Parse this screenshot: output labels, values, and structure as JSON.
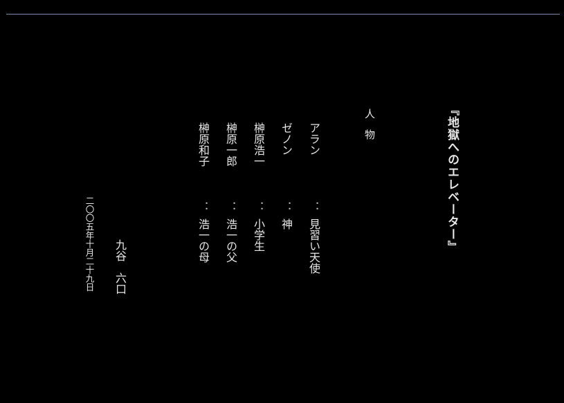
{
  "title": "『地獄へのエレベーター』",
  "cast_heading": "人　物",
  "cast": [
    {
      "name": "アラン",
      "separator": "：",
      "role": "見習い天使"
    },
    {
      "name": "ゼノン",
      "separator": "：",
      "role": "神"
    },
    {
      "name": "榊原浩一",
      "separator": "：",
      "role": "小学生"
    },
    {
      "name": "榊原一郎",
      "separator": "：",
      "role": "浩一の父"
    },
    {
      "name": "榊原和子",
      "separator": "：",
      "role": "浩一の母"
    }
  ],
  "author": "九谷　六口",
  "date": "二〇〇五年十月二十九日"
}
